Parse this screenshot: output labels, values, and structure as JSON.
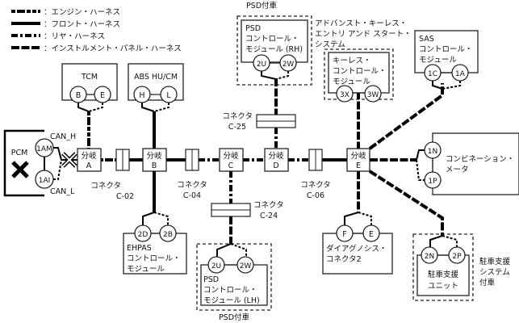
{
  "legend": [
    {
      "key": "engine",
      "label": "：エンジン・ハーネス"
    },
    {
      "key": "front",
      "label": "：フロント・ハーネス"
    },
    {
      "key": "rear",
      "label": "：リヤ・ハーネス"
    },
    {
      "key": "ip",
      "label": "：インストルメント・パネル・ハーネス"
    }
  ],
  "modules": {
    "pcm": {
      "name": "PCM",
      "pins": [
        "1AM",
        "1AI"
      ],
      "can_h": "CAN_H",
      "can_l": "CAN_L"
    },
    "tcm": {
      "name": "TCM",
      "pins": [
        "B",
        "E"
      ]
    },
    "abs": {
      "name": "ABS HU/CM",
      "pins": [
        "H",
        "L"
      ]
    },
    "psd_rh": {
      "line1": "PSD",
      "line2": "コントロール・",
      "line3": "モジュール (RH)",
      "pins": [
        "2U",
        "2W"
      ],
      "option": "PSD付車"
    },
    "akss": {
      "title1": "アドバンスト・キーレス・",
      "title2": "エントリ アンド スタート・",
      "title3": "システム"
    },
    "keyless": {
      "line1": "キーレス・",
      "line2": "コントロール・",
      "line3": "モジュール",
      "pins": [
        "3X",
        "3W"
      ]
    },
    "sas": {
      "line1": "SAS",
      "line2": "コントロール・",
      "line3": "モジュール",
      "pins": [
        "1C",
        "1A"
      ]
    },
    "combi": {
      "line1": "コンビネーション・",
      "line2": "メータ",
      "pins": [
        "1N",
        "1P"
      ]
    },
    "ehpas": {
      "line1": "EHPAS",
      "line2": "コントロール・",
      "line3": "モジュール",
      "pins": [
        "2D",
        "2B"
      ]
    },
    "psd_lh": {
      "line1": "PSD",
      "line2": "コントロール・",
      "line3": "モジュール (LH)",
      "pins": [
        "2U",
        "2W"
      ],
      "option": "PSD付車"
    },
    "dlc": {
      "line1": "ダイアグノシス・",
      "line2": "コネクタ2",
      "pins": [
        "F",
        "E"
      ]
    },
    "park": {
      "line1": "駐車支援",
      "line2": "ユニット",
      "pins": [
        "2N",
        "2P"
      ],
      "opt1": "駐車支援",
      "opt2": "システム",
      "opt3": "付車"
    }
  },
  "junctions": [
    {
      "id": "A",
      "l1": "分岐",
      "l2": "A"
    },
    {
      "id": "B",
      "l1": "分岐",
      "l2": "B"
    },
    {
      "id": "C",
      "l1": "分岐",
      "l2": "C"
    },
    {
      "id": "D",
      "l1": "分岐",
      "l2": "D"
    },
    {
      "id": "E",
      "l1": "分岐",
      "l2": "E"
    }
  ],
  "connectors": {
    "c02": {
      "l1": "コネクタ",
      "l2": "C-02"
    },
    "c04": {
      "l1": "コネクタ",
      "l2": "C-04"
    },
    "c06": {
      "l1": "コネクタ",
      "l2": "C-06"
    },
    "c24": {
      "l1": "コネクタ",
      "l2": "C-24"
    },
    "c25": {
      "l1": "コネクタ",
      "l2": "C-25"
    }
  }
}
